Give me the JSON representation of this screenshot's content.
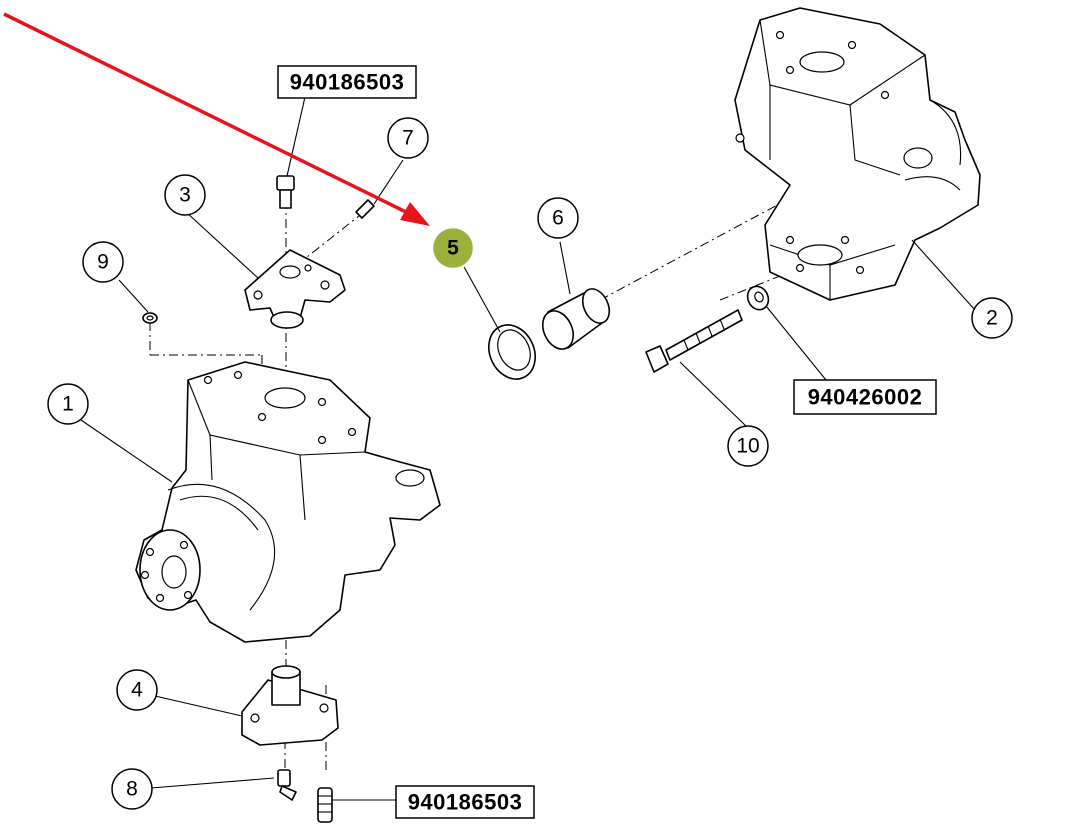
{
  "diagram": {
    "callouts": [
      {
        "id": "1",
        "label": "1"
      },
      {
        "id": "2",
        "label": "2"
      },
      {
        "id": "3",
        "label": "3"
      },
      {
        "id": "4",
        "label": "4"
      },
      {
        "id": "5",
        "label": "5",
        "highlighted": true
      },
      {
        "id": "6",
        "label": "6"
      },
      {
        "id": "7",
        "label": "7"
      },
      {
        "id": "8",
        "label": "8"
      },
      {
        "id": "9",
        "label": "9"
      },
      {
        "id": "10",
        "label": "10"
      }
    ],
    "part_numbers": [
      {
        "id": "top-bolt",
        "label": "940186503"
      },
      {
        "id": "nut",
        "label": "940426002"
      },
      {
        "id": "bottom-bolt",
        "label": "940186503"
      }
    ],
    "highlight_color": "#9ab23c",
    "arrow_color": "#e8141b"
  }
}
